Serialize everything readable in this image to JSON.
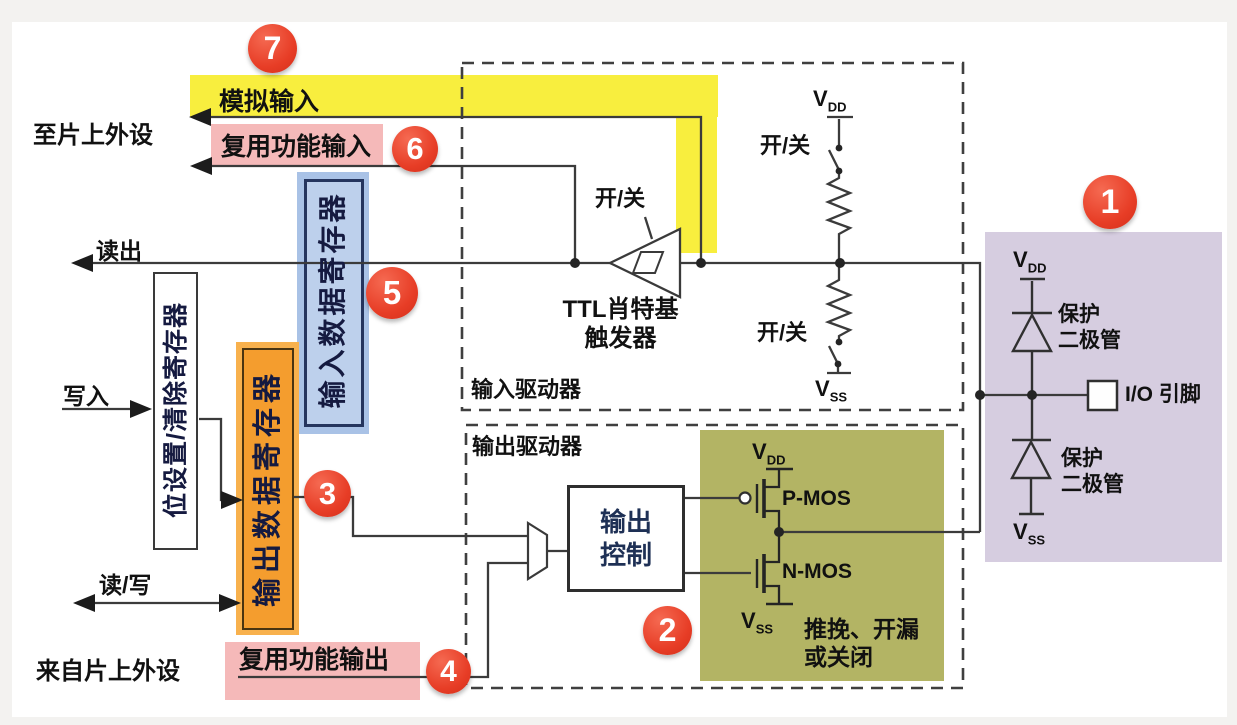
{
  "callouts": {
    "n1": "1",
    "n2": "2",
    "n3": "3",
    "n4": "4",
    "n5": "5",
    "n6": "6",
    "n7": "7"
  },
  "peripherals": {
    "to_chip": "至片上外设",
    "from_chip": "来自片上外设"
  },
  "bus_labels": {
    "read": "读出",
    "write": "写入",
    "read_write": "读/写"
  },
  "registers": {
    "bit_set_clear": "位设置/清除寄存器",
    "output_data": "输出数据寄存器",
    "input_data": "输入数据寄存器"
  },
  "signals": {
    "analog_input": "模拟输入",
    "alt_func_input": "复用功能输入",
    "alt_func_output": "复用功能输出"
  },
  "input_driver": {
    "label": "输入驱动器",
    "schmitt_line1": "TTL肖特基",
    "schmitt_line2": "触发器",
    "switch": "开/关"
  },
  "output_driver": {
    "label": "输出驱动器",
    "control_line1": "输出",
    "control_line2": "控制",
    "pmos": "P-MOS",
    "nmos": "N-MOS",
    "mode_line1": "推挽、开漏",
    "mode_line2": "或关闭"
  },
  "pull_network": {
    "switch_top": "开/关",
    "switch_bottom": "开/关"
  },
  "protection": {
    "diode_top_line1": "保护",
    "diode_top_line2": "二极管",
    "diode_bottom_line1": "保护",
    "diode_bottom_line2": "二极管",
    "io_pin": "I/O 引脚"
  },
  "rails": {
    "v": "V",
    "dd": "DD",
    "ss": "SS"
  },
  "colors": {
    "accent_red": "#E8402A",
    "yellow": "#F8EE3E",
    "pink": "#F5B9B9",
    "purple": "#D6CDE0",
    "olive": "#B3B464",
    "orange": "#F49D2E",
    "blue": "#BDD0EC"
  }
}
